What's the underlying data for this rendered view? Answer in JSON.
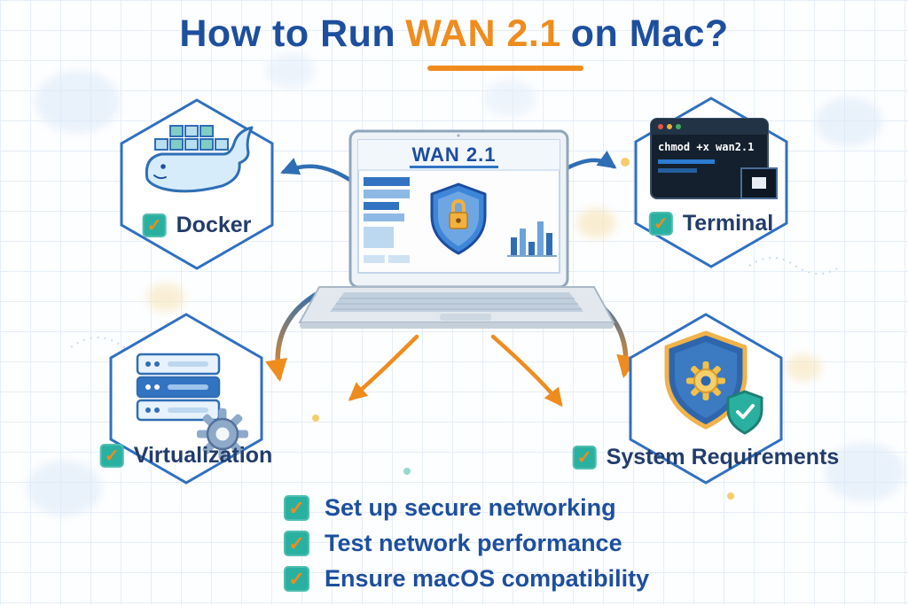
{
  "title": {
    "prefix": "How to Run",
    "highlight": "WAN 2.1",
    "suffix": "on Mac?"
  },
  "laptop": {
    "screen_title": "WAN 2.1"
  },
  "nodes": {
    "docker": {
      "label": "Docker"
    },
    "terminal": {
      "label": "Terminal",
      "code": "chmod +x wan2.1"
    },
    "virtualization": {
      "label": "Virtualization"
    },
    "system_requirements": {
      "label": "System Requirements"
    }
  },
  "checklist": {
    "items": [
      "Set up secure networking",
      "Test network performance",
      "Ensure macOS compatibility"
    ]
  },
  "checkmark": "✓",
  "colors": {
    "title_blue": "#1d4f9e",
    "accent_orange": "#ef8c1e",
    "hex_outline": "#3070c0",
    "check_teal": "#2ab0a0"
  }
}
